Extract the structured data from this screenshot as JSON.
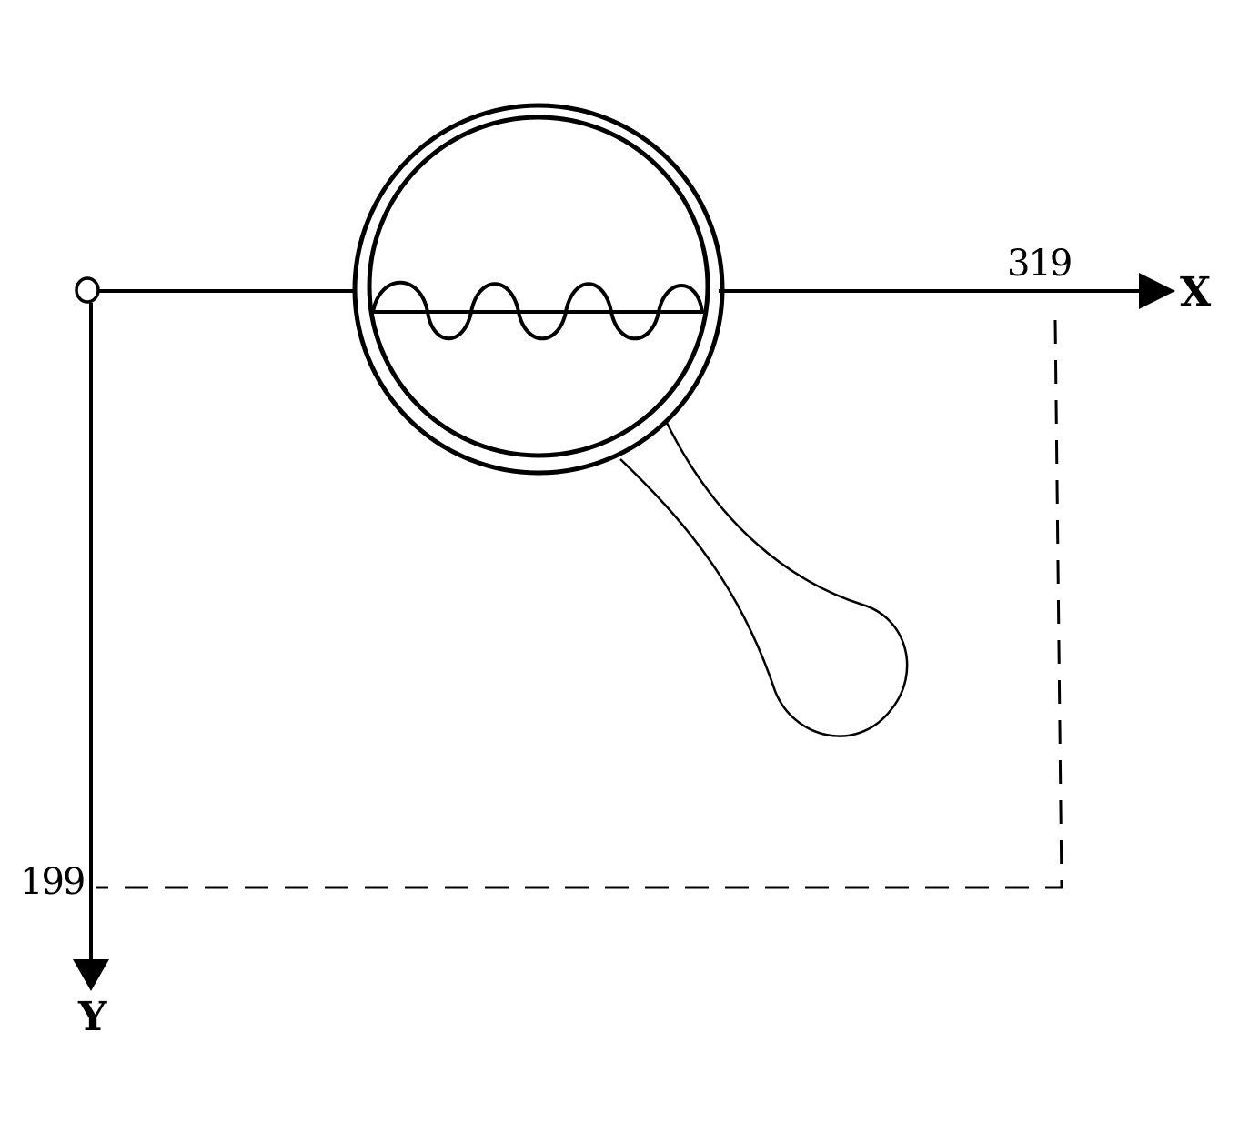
{
  "axes": {
    "x": {
      "name": "X",
      "max_label": "319"
    },
    "y": {
      "name": "Y",
      "max_label": "199"
    }
  },
  "colors": {
    "ink": "#000000",
    "background": "#ffffff"
  },
  "icons": {
    "lens": "magnifying-glass-icon"
  }
}
